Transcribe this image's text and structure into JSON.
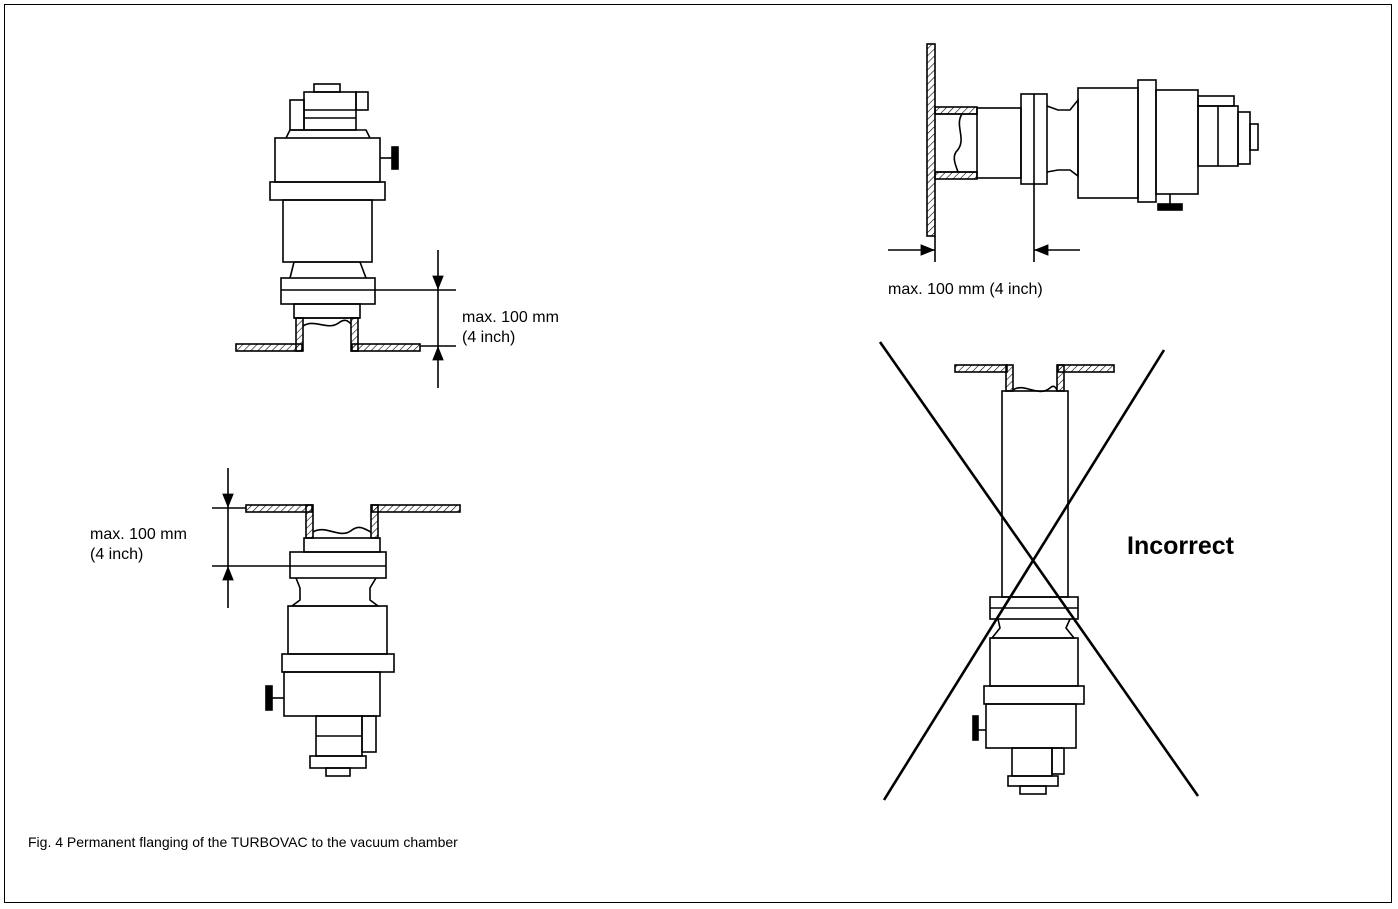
{
  "caption": "Fig. 4  Permanent flanging of the TURBOVAC to the vacuum chamber",
  "labels": {
    "dim_top_left_line1": "max. 100 mm",
    "dim_top_left_line2": "(4 inch)",
    "dim_bottom_left_line1": "max. 100 mm",
    "dim_bottom_left_line2": "(4 inch)",
    "dim_side": "max. 100 mm (4 inch)",
    "incorrect": "Incorrect"
  },
  "colors": {
    "line": "#000000",
    "background": "#ffffff"
  }
}
